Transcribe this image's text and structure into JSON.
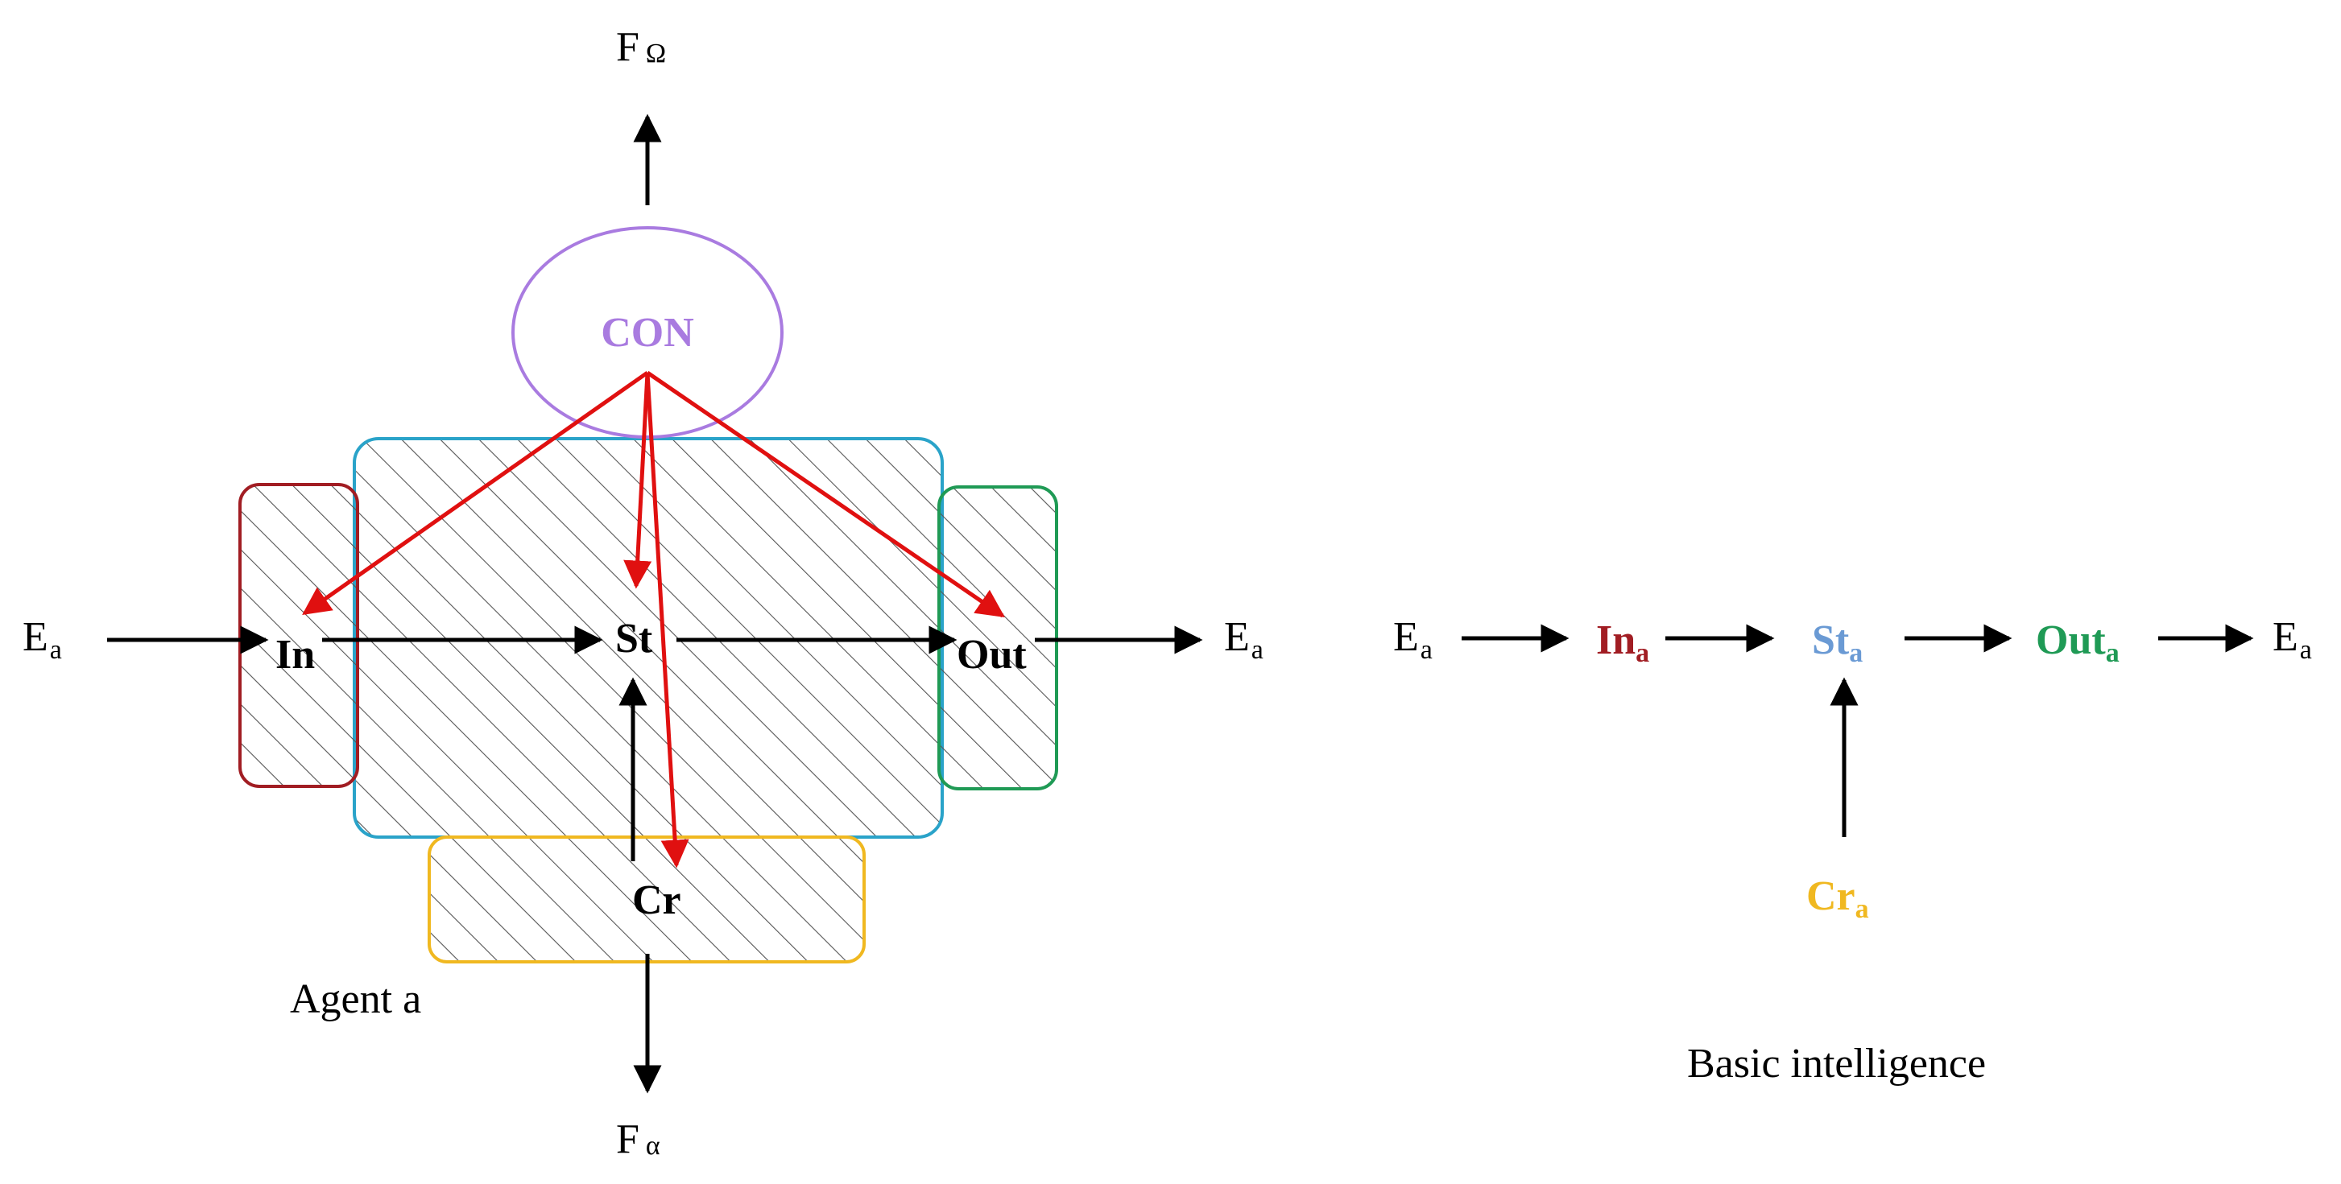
{
  "colors": {
    "con": "#a97be0",
    "in": "#a11d23",
    "st": "#2aa3c9",
    "out": "#1f9a55",
    "cr": "#f0b820",
    "st_text": "#6a9ad4",
    "cr_text": "#f0b820",
    "control_arrow": "#e01010",
    "flow_arrow": "#000000"
  },
  "agent_diagram": {
    "top_output": {
      "base": "F",
      "sub": "Ω"
    },
    "bottom_output": {
      "base": "F",
      "sub": "α"
    },
    "con_label": "CON",
    "in_label": "In",
    "st_label": "St",
    "out_label": "Out",
    "cr_label": "Cr",
    "env_in": {
      "base": "E",
      "sub": "a"
    },
    "env_out": {
      "base": "E",
      "sub": "a"
    },
    "caption": "Agent a"
  },
  "basic_diagram": {
    "env_in": {
      "base": "E",
      "sub": "a"
    },
    "in": {
      "base": "In",
      "sub": "a"
    },
    "st": {
      "base": "St",
      "sub": "a"
    },
    "out": {
      "base": "Out",
      "sub": "a"
    },
    "env_out": {
      "base": "E",
      "sub": "a"
    },
    "cr": {
      "base": "Cr",
      "sub": "a"
    },
    "caption": "Basic intelligence"
  }
}
